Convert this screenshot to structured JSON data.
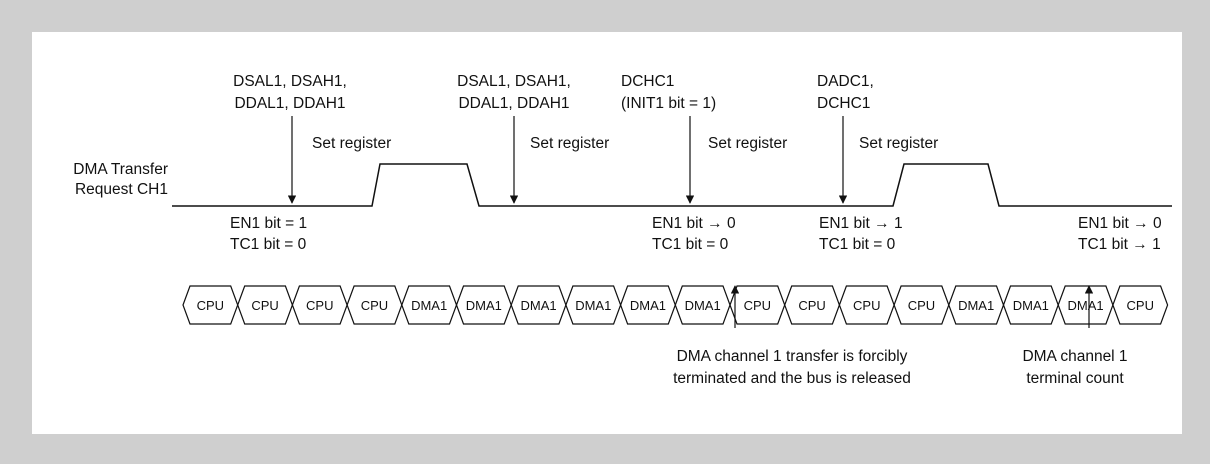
{
  "signal_label": [
    "DMA Transfer",
    "Request CH1"
  ],
  "events": [
    {
      "lines": [
        "DSAL1, DSAH1,",
        "DDAL1, DDAH1"
      ]
    },
    {
      "lines": [
        "DSAL1, DSAH1,",
        "DDAL1, DDAH1"
      ]
    },
    {
      "lines": [
        "DCHC1",
        "(INIT1 bit = 1)"
      ]
    },
    {
      "lines": [
        "DADC1,",
        "DCHC1"
      ]
    }
  ],
  "set_register_label": "Set register",
  "status": [
    {
      "lines": [
        "EN1 bit = 1",
        "TC1 bit = 0"
      ]
    },
    {
      "lines": [
        "EN1 bit → 0",
        "TC1 bit = 0"
      ]
    },
    {
      "lines": [
        "EN1 bit → 1",
        "TC1 bit = 0"
      ]
    },
    {
      "lines": [
        "EN1 bit → 0",
        "TC1 bit → 1"
      ]
    }
  ],
  "bus_cycles": [
    "CPU",
    "CPU",
    "CPU",
    "CPU",
    "DMA1",
    "DMA1",
    "DMA1",
    "DMA1",
    "DMA1",
    "DMA1",
    "CPU",
    "CPU",
    "CPU",
    "CPU",
    "DMA1",
    "DMA1",
    "DMA1",
    "CPU"
  ],
  "bottom_notes": [
    {
      "lines": [
        "DMA channel 1 transfer is forcibly",
        "terminated and the bus is released"
      ]
    },
    {
      "lines": [
        "DMA channel 1",
        "terminal count"
      ]
    }
  ],
  "colors": {
    "background": "#cfcfcf",
    "panel": "#ffffff",
    "ink": "#111111"
  }
}
